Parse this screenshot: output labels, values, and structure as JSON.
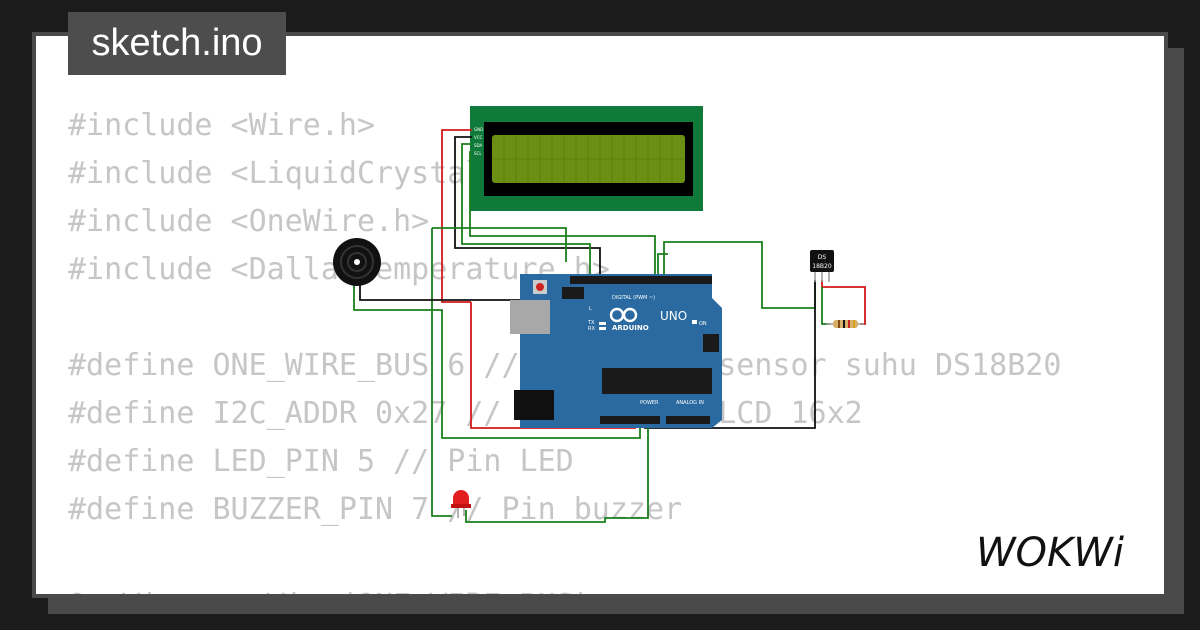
{
  "file_tab": {
    "label": "sketch.ino"
  },
  "code_lines": [
    "#include <Wire.h>",
    "#include <LiquidCrystal_I2C.h>",
    "#include <OneWire.h>",
    "#include <DallasTemperature.h>",
    "",
    "#define ONE_WIRE_BUS 6 // Pin untuk sensor suhu DS18B20",
    "#define I2C_ADDR 0x27 // Alamat I2C LCD 16x2",
    "#define LED_PIN 5 // Pin LED",
    "#define BUZZER_PIN 7 // Pin buzzer",
    "",
    "OneWire oneWire(ONE_WIRE_BUS);"
  ],
  "circuit": {
    "lcd_pins": [
      "GND",
      "VCC",
      "SDA",
      "SCL"
    ],
    "board": {
      "brand": "ARDUINO",
      "model": "UNO",
      "digital_label": "DIGITAL (PWM ~)",
      "power_label": "POWER",
      "analog_label": "ANALOG IN",
      "on_label": "ON",
      "tx_label": "TX",
      "rx_label": "RX",
      "l_label": "L"
    },
    "sensor": {
      "label_line1": "DS",
      "label_line2": "18B20"
    }
  },
  "logo": {
    "text": "WOKWi"
  },
  "colors": {
    "wire_green": "#1a7f1a",
    "wire_red": "#d21a1a",
    "wire_black": "#111111",
    "board_blue": "#2a6aa0",
    "lcd_green": "#0f7a3a",
    "lcd_screen": "#6b8f12"
  }
}
